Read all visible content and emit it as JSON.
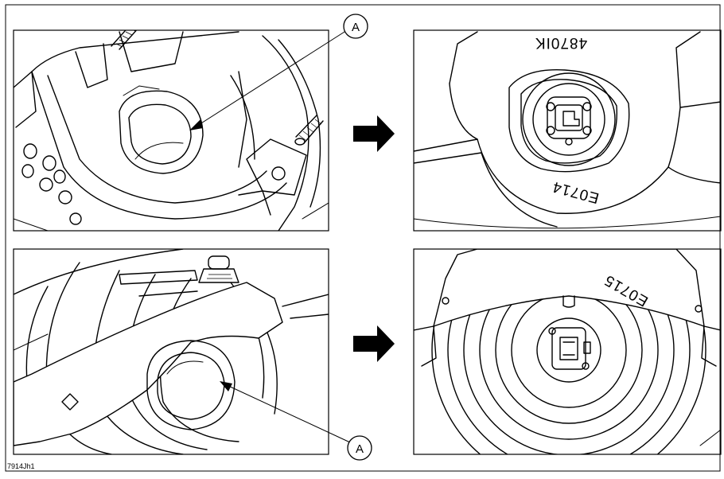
{
  "figure": {
    "callout_label": "A",
    "part_marks": {
      "top_upper": "4870IK",
      "top_lower": "E0714",
      "bottom": "E0715"
    },
    "figure_code": "7914Jh1"
  },
  "colors": {
    "ink": "#000000",
    "paper": "#ffffff"
  }
}
